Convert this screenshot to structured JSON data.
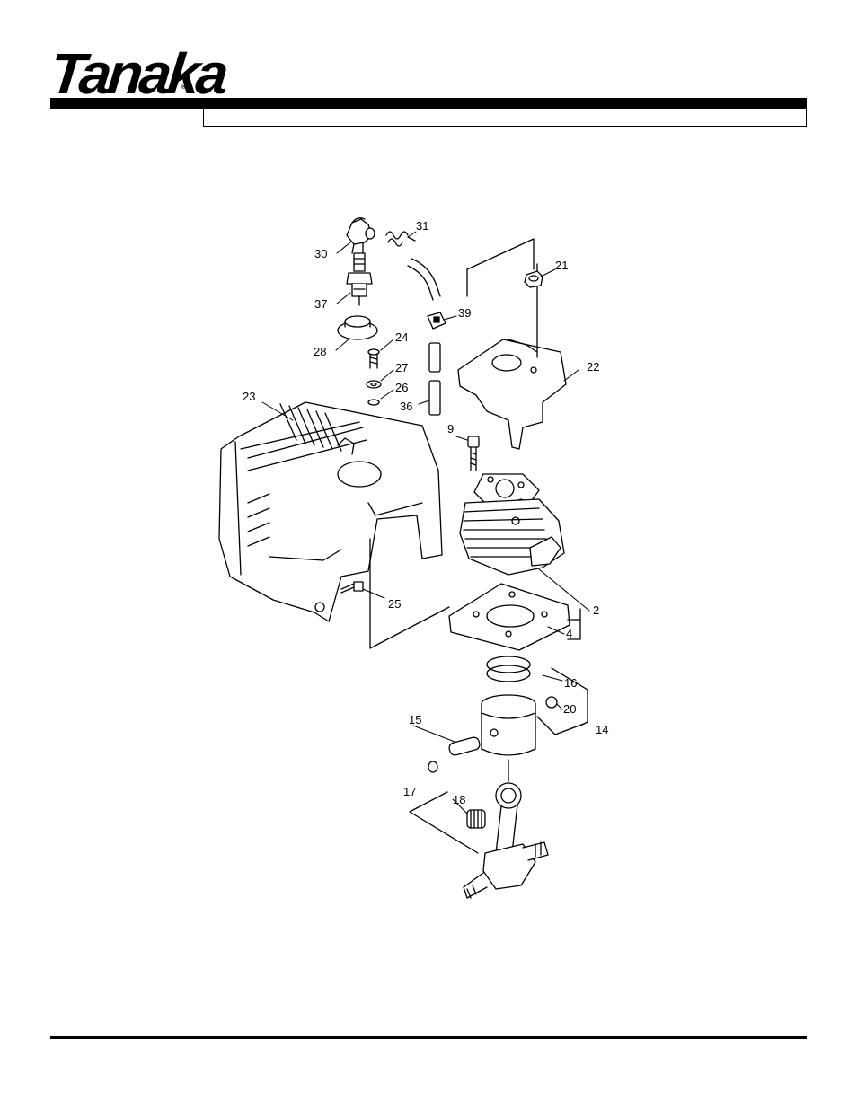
{
  "brand": {
    "name": "Tanaka",
    "mark": "®"
  },
  "callouts": [
    {
      "id": "c31",
      "label": "31"
    },
    {
      "id": "c30",
      "label": "30"
    },
    {
      "id": "c21",
      "label": "21"
    },
    {
      "id": "c37",
      "label": "37"
    },
    {
      "id": "c39",
      "label": "39"
    },
    {
      "id": "c24",
      "label": "24"
    },
    {
      "id": "c28",
      "label": "28"
    },
    {
      "id": "c22",
      "label": "22"
    },
    {
      "id": "c27",
      "label": "27"
    },
    {
      "id": "c26",
      "label": "26"
    },
    {
      "id": "c23",
      "label": "23"
    },
    {
      "id": "c36",
      "label": "36"
    },
    {
      "id": "c9",
      "label": "9"
    },
    {
      "id": "c25",
      "label": "25"
    },
    {
      "id": "c2",
      "label": "2"
    },
    {
      "id": "c4",
      "label": "4"
    },
    {
      "id": "c16",
      "label": "16"
    },
    {
      "id": "c20",
      "label": "20"
    },
    {
      "id": "c15",
      "label": "15"
    },
    {
      "id": "c14",
      "label": "14"
    },
    {
      "id": "c17",
      "label": "17"
    },
    {
      "id": "c18",
      "label": "18"
    }
  ]
}
